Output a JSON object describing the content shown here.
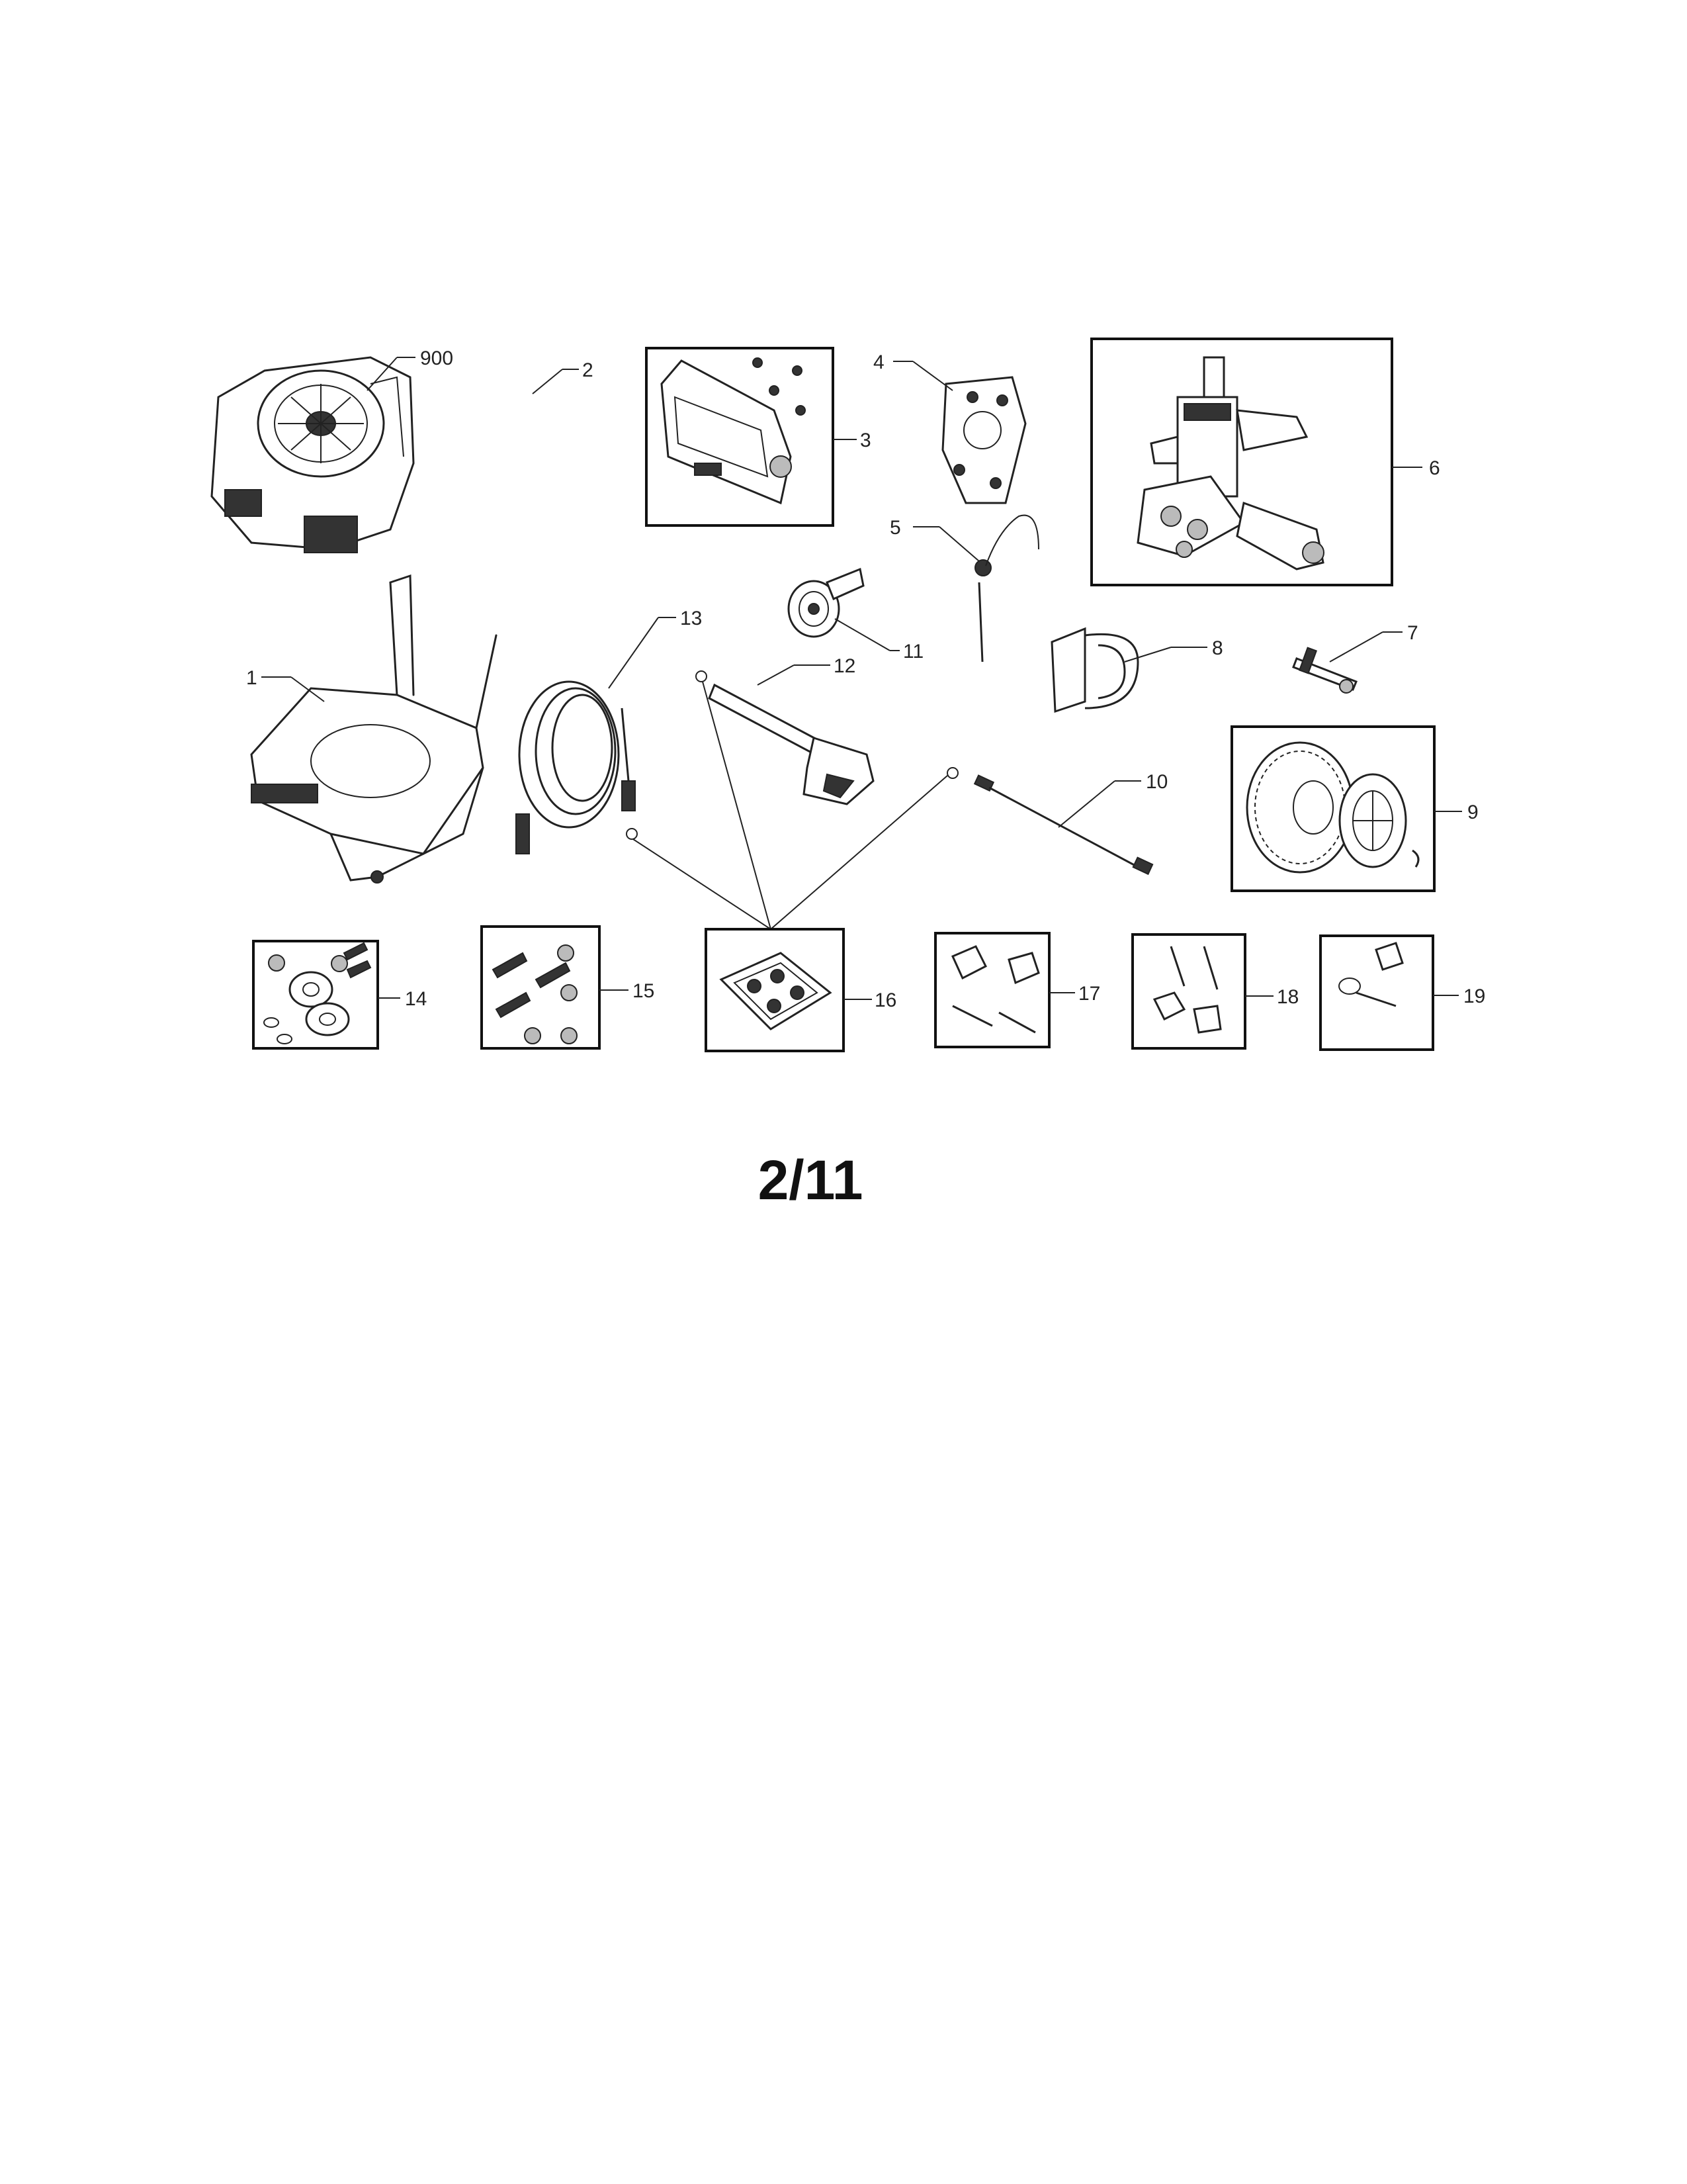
{
  "callouts": {
    "p900": "900",
    "p1": "1",
    "p2": "2",
    "p3": "3",
    "p4": "4",
    "p5": "5",
    "p6": "6",
    "p7": "7",
    "p8": "8",
    "p9": "9",
    "p10": "10",
    "p11": "11",
    "p12": "12",
    "p13": "13",
    "p14": "14",
    "p15": "15",
    "p16": "16",
    "p17": "17",
    "p18": "18",
    "p19": "19"
  },
  "page_number": "2/11",
  "colors": {
    "line": "#222222",
    "paper": "#ffffff"
  }
}
